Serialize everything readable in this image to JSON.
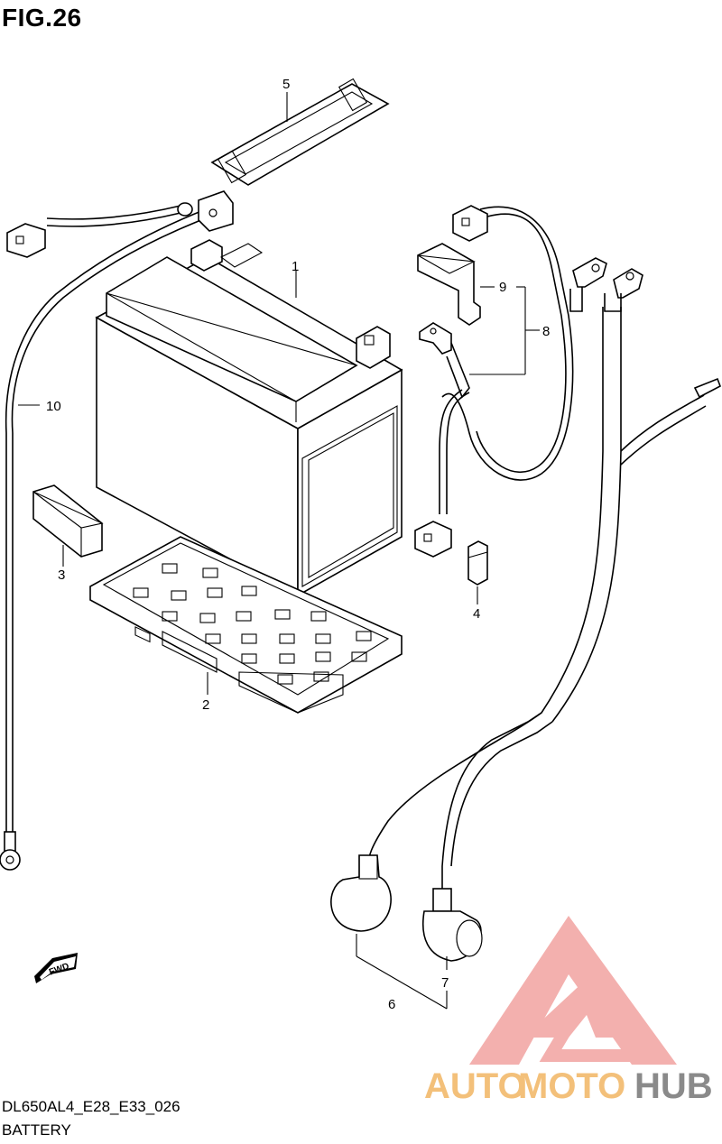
{
  "figure": {
    "title": "FIG.26"
  },
  "footer": {
    "code": "DL650AL4_E28_E33_026",
    "name": "BATTERY"
  },
  "watermark": {
    "text_a": "AUTO",
    "text_b": "MOTO",
    "text_c": "HUB",
    "color_primary": "#f0a25a",
    "color_secondary": "#e0504f",
    "color_dark": "#7a7a7a"
  },
  "fwd_arrow": {
    "text": "FWD"
  },
  "callouts": [
    {
      "number": "1"
    },
    {
      "number": "2"
    },
    {
      "number": "3"
    },
    {
      "number": "4"
    },
    {
      "number": "5"
    },
    {
      "number": "6"
    },
    {
      "number": "7"
    },
    {
      "number": "8"
    },
    {
      "number": "9"
    },
    {
      "number": "10"
    }
  ]
}
